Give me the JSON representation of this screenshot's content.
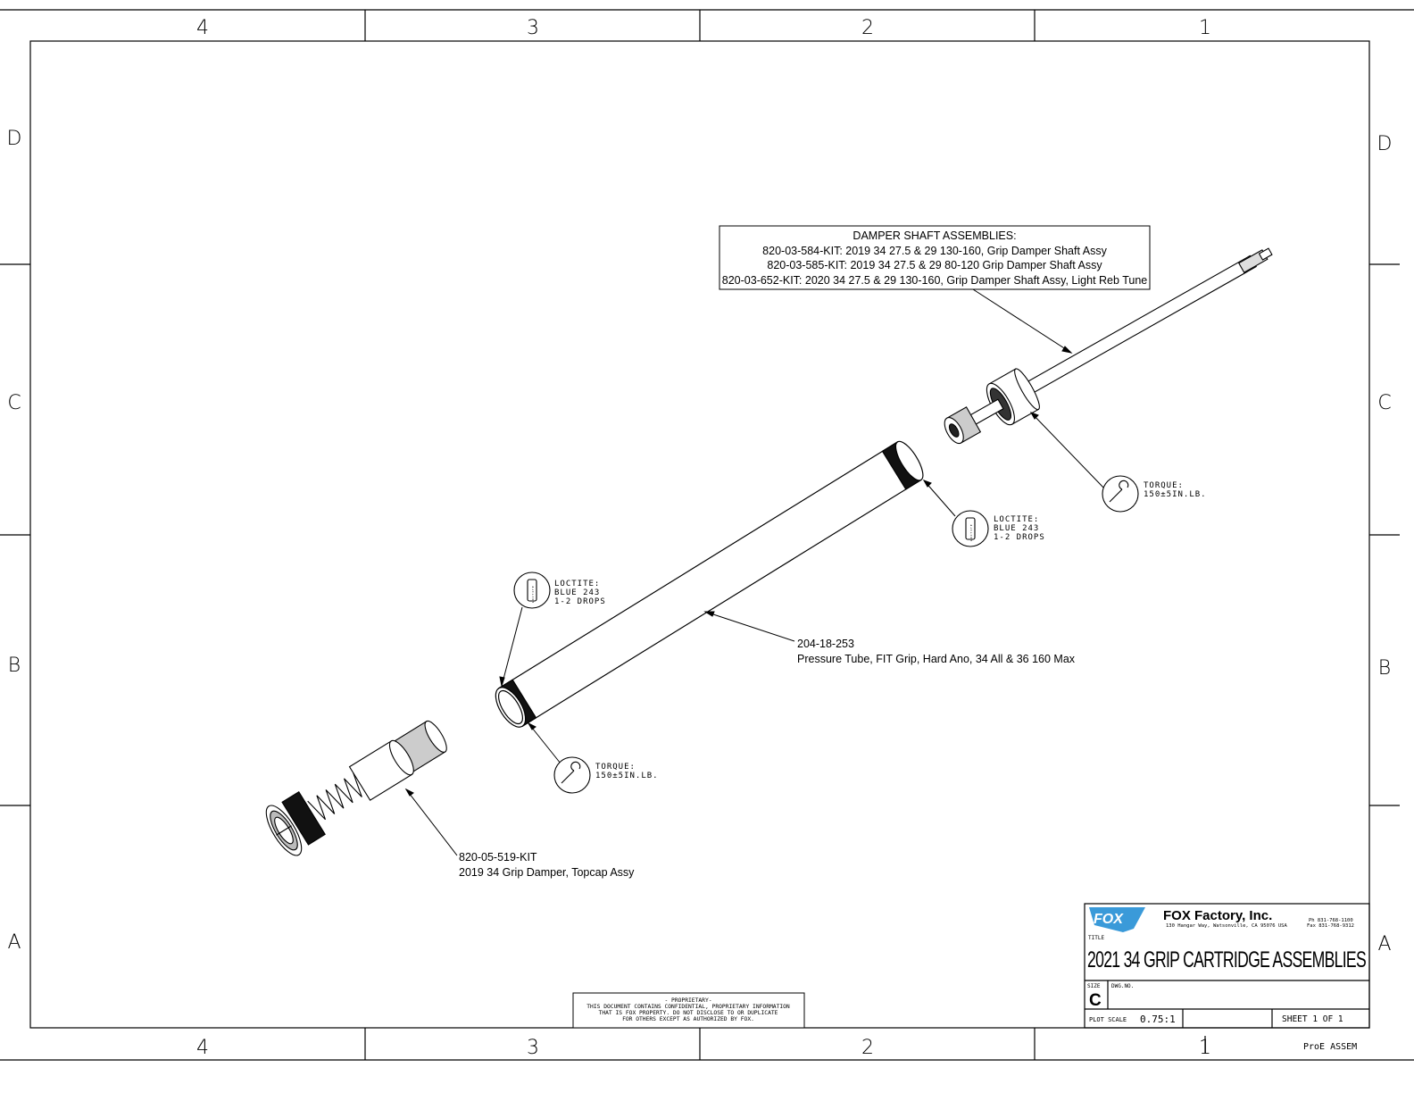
{
  "zones": {
    "columns": [
      "4",
      "3",
      "2",
      "1"
    ],
    "rows": [
      "D",
      "C",
      "B",
      "A"
    ]
  },
  "callouts": {
    "damper_shaft": {
      "heading": "DAMPER SHAFT ASSEMBLIES:",
      "lines": [
        "820-03-584-KIT: 2019 34 27.5 & 29 130-160, Grip Damper Shaft Assy",
        "820-03-585-KIT: 2019 34 27.5 & 29 80-120 Grip Damper Shaft Assy",
        "820-03-652-KIT: 2020 34 27.5 & 29 130-160, Grip Damper Shaft Assy, Light Reb Tune"
      ]
    },
    "pressure_tube": {
      "part": "204-18-253",
      "desc": "Pressure Tube, FIT Grip, Hard Ano, 34 All & 36 160 Max"
    },
    "topcap": {
      "part": "820-05-519-KIT",
      "desc": "2019 34 Grip Damper, Topcap Assy"
    },
    "torque_upper": {
      "l1": "TORQUE:",
      "l2": "150±5IN.LB."
    },
    "torque_lower": {
      "l1": "TORQUE:",
      "l2": "150±5IN.LB."
    },
    "loctite_upper": {
      "l1": "LOCTITE:",
      "l2": "BLUE 243",
      "l3": "1-2 DROPS"
    },
    "loctite_lower": {
      "l1": "LOCTITE:",
      "l2": "BLUE 243",
      "l3": "1-2 DROPS"
    },
    "loctite_tube_label": "LOCTITE"
  },
  "proprietary": {
    "l1": "- PROPRIETARY-",
    "l2": "THIS DOCUMENT CONTAINS CONFIDENTIAL, PROPRIETARY INFORMATION",
    "l3": "THAT IS FOX PROPERTY.  DO NOT DISCLOSE TO OR DUPLICATE",
    "l4": "FOR OTHERS EXCEPT AS AUTHORIZED BY FOX."
  },
  "title_block": {
    "logo_text": "FOX",
    "company": "FOX Factory, Inc.",
    "address": "130 Hangar Way, Watsonville, CA 95076 USA",
    "phone": "Ph 831-768-1100",
    "fax": "Fax 831-768-9312",
    "title_label": "TITLE",
    "title": "2021 34 GRIP CARTRIDGE ASSEMBLIES",
    "size_label": "SIZE",
    "size": "C",
    "dwg_no_label": "DWG.NO.",
    "plot_scale_label": "PLOT SCALE",
    "plot_scale": "0.75:1",
    "sheet": "SHEET 1 OF 1",
    "cad": "ProE ASSEM"
  },
  "colors": {
    "logo": "#3a9ad9"
  }
}
